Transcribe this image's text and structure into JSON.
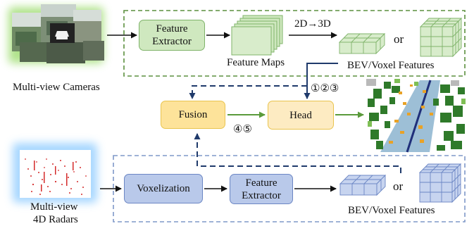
{
  "camera": {
    "label": "Multi-view Cameras",
    "feature_extractor": "Feature Extractor",
    "feature_maps": "Feature Maps",
    "lift_label": "2D→3D",
    "or": "or",
    "bev_label": "BEV/Voxel Features"
  },
  "center": {
    "fusion": "Fusion",
    "head": "Head",
    "head_marks": "①②③",
    "fusion_marks": "④⑤"
  },
  "radar": {
    "label_line1": "Multi-view",
    "label_line2": "4D Radars",
    "voxelization": "Voxelization",
    "feature_extractor": "Feature Extractor",
    "or": "or",
    "bev_label": "BEV/Voxel Features"
  },
  "colors": {
    "camera_accent": "#5c8f3e",
    "radar_accent": "#7f98c8",
    "fusion_fill": "#fde39a",
    "head_fill": "#fdebc2",
    "arrow_green": "#5a9a3b",
    "arrow_navy": "#1f3a6b"
  }
}
